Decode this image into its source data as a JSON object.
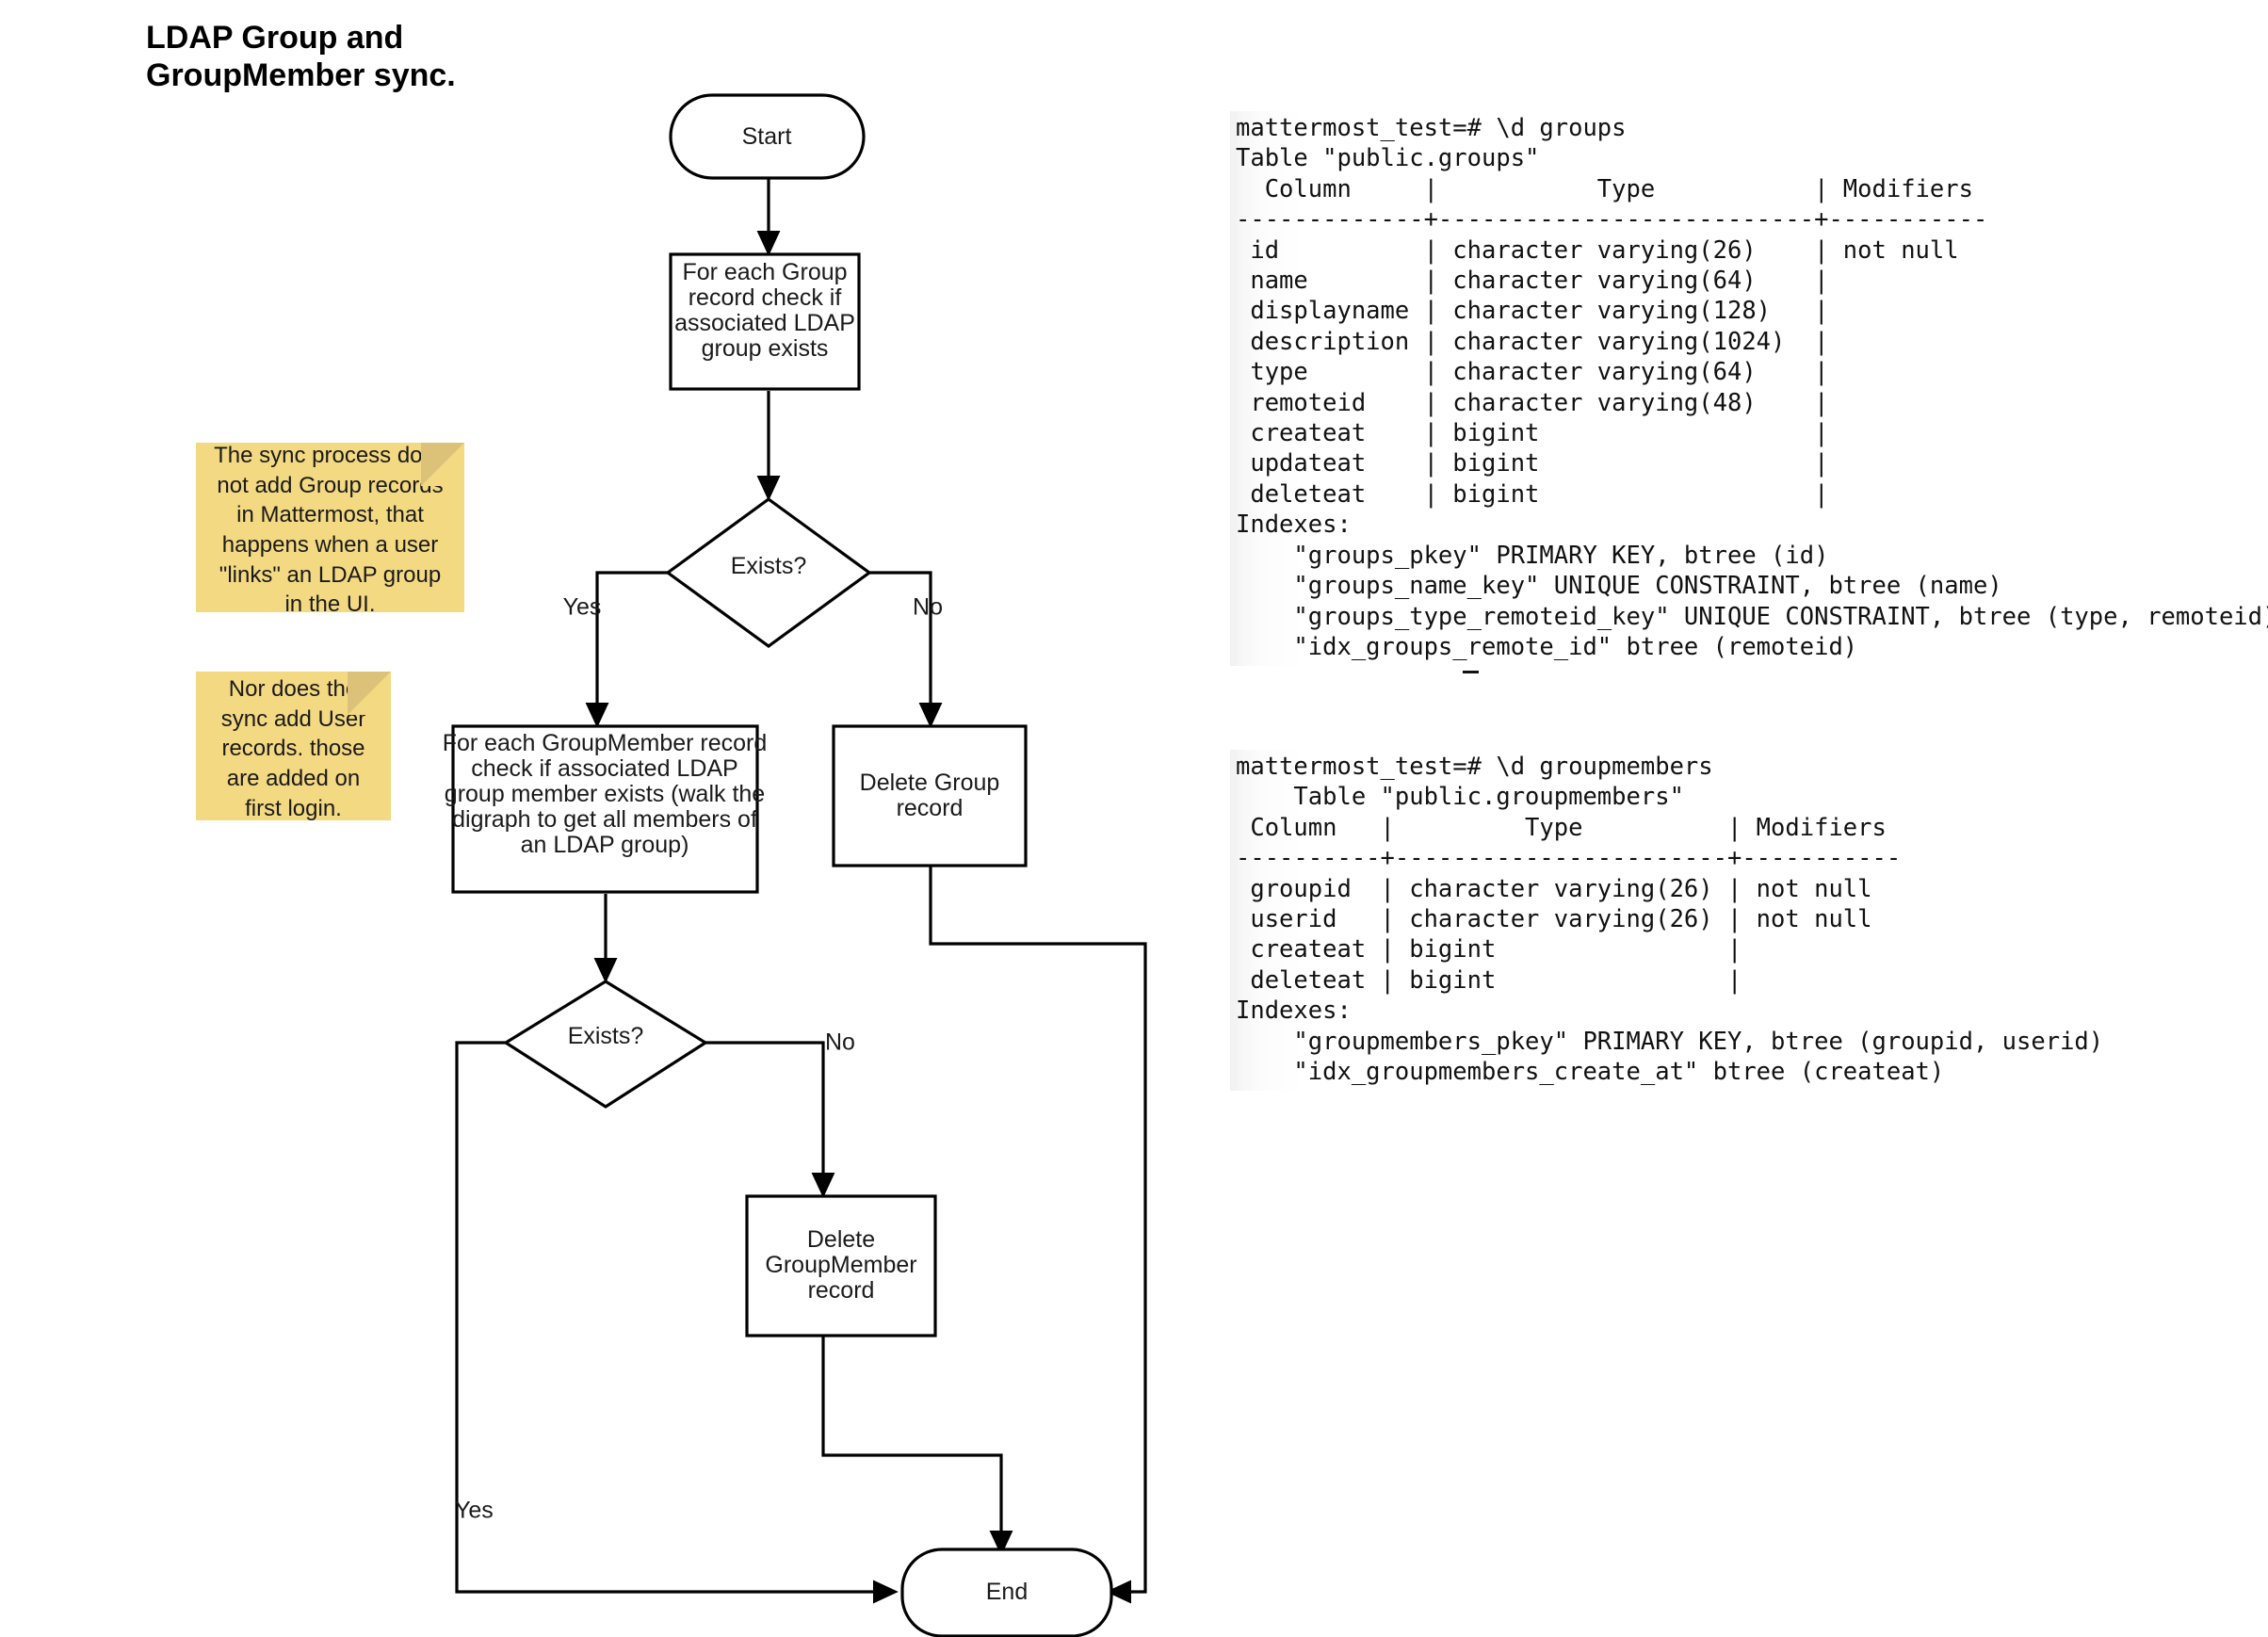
{
  "title": "LDAP Group and\nGroupMember sync.",
  "flowchart": {
    "nodes": {
      "start": "Start",
      "check_group": "For each Group\nrecord check if\nassociated LDAP\ngroup exists",
      "decision_1": "Exists?",
      "check_groupmember": "For each GroupMember record\ncheck if associated LDAP\ngroup member exists (walk the\ndigraph to get all members of\nan LDAP group)",
      "delete_group": "Delete Group\nrecord",
      "decision_2": "Exists?",
      "delete_groupmember": "Delete\nGroupMember\nrecord",
      "end": "End"
    },
    "edge_labels": {
      "d1_yes": "Yes",
      "d1_no": "No",
      "d2_yes": "Yes",
      "d2_no": "No"
    }
  },
  "sticky_notes": [
    {
      "id": "note-group-records",
      "text": "The sync process does not add Group records in Mattermost, that happens when a user \"links\" an LDAP group in the UI.",
      "color": "#f3d982"
    },
    {
      "id": "note-user-records",
      "text": "Nor does the sync add User records. those are added on first login.",
      "color": "#f3d982"
    }
  ],
  "terminals": [
    {
      "id": "groups",
      "prompt": "mattermost_test=# \\d groups",
      "table_caption": "Table \"public.groups\"",
      "columns_header": "  Column     |           Type           | Modifiers ",
      "separator": "-------------+--------------------------+-----------",
      "rows": [
        " id          | character varying(26)    | not null",
        " name        | character varying(64)    |",
        " displayname | character varying(128)   |",
        " description | character varying(1024)  |",
        " type        | character varying(64)    |",
        " remoteid    | character varying(48)    |",
        " createat    | bigint                   |",
        " updateat    | bigint                   |",
        " deleteat    | bigint                   |"
      ],
      "indexes_label": "Indexes:",
      "indexes": [
        "    \"groups_pkey\" PRIMARY KEY, btree (id)",
        "    \"groups_name_key\" UNIQUE CONSTRAINT, btree (name)",
        "    \"groups_type_remoteid_key\" UNIQUE CONSTRAINT, btree (type, remoteid)",
        "    \"idx_groups_remote_id\" btree (remoteid)"
      ]
    },
    {
      "id": "groupmembers",
      "prompt": "mattermost_test=# \\d groupmembers",
      "table_caption": "    Table \"public.groupmembers\"",
      "columns_header": " Column   |         Type          | Modifiers ",
      "separator": "----------+-----------------------+-----------",
      "rows": [
        " groupid  | character varying(26) | not null",
        " userid   | character varying(26) | not null",
        " createat | bigint                |",
        " deleteat | bigint                |"
      ],
      "indexes_label": "Indexes:",
      "indexes": [
        "    \"groupmembers_pkey\" PRIMARY KEY, btree (groupid, userid)",
        "    \"idx_groupmembers_create_at\" btree (createat)"
      ]
    }
  ]
}
